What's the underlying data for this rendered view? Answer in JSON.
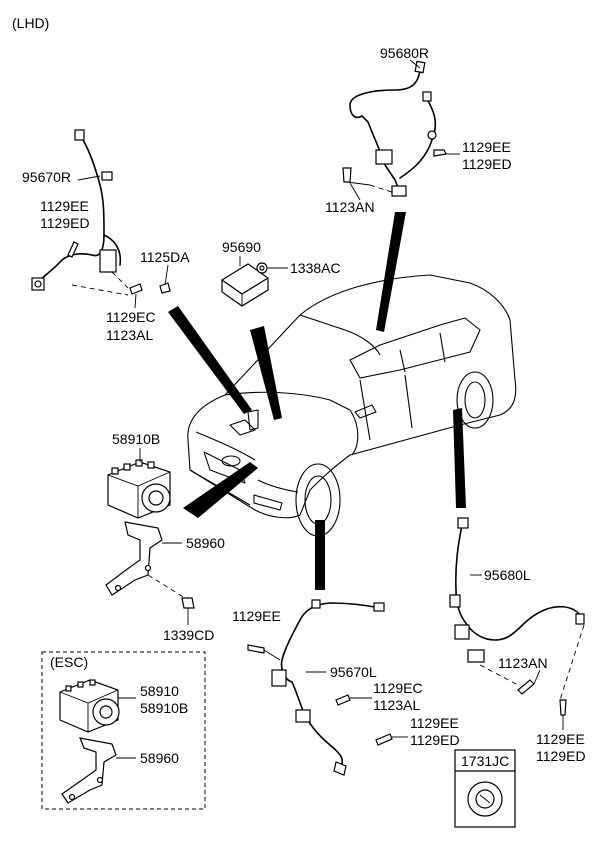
{
  "header": {
    "variant": "(LHD)"
  },
  "esc_group": {
    "title": "(ESC)"
  },
  "callout": {
    "code": "1731JC"
  },
  "labels": {
    "sensor_front_right": "95670R",
    "sensor_rear_right": "95680R",
    "sensor_front_left": "95670L",
    "sensor_rear_left": "95680L",
    "module_95690": "95690",
    "nut_1338ac": "1338AC",
    "bolt_1125da": "1125DA",
    "fr_right_1129ee": "1129EE",
    "fr_right_1129ed": "1129ED",
    "fr_right_1129ec": "1129EC",
    "fr_right_1123al": "1123AL",
    "rr_right_1129ee": "1129EE",
    "rr_right_1129ed": "1129ED",
    "rr_right_1123an": "1123AN",
    "abs_unit": "58910B",
    "abs_bracket": "58960",
    "nut_1339cd": "1339CD",
    "fl_1129ee": "1129EE",
    "fl_1129ec": "1129EC",
    "fl_1123al": "1123AL",
    "fl_1129ee_2": "1129EE",
    "fl_1129ed": "1129ED",
    "rl_1123an": "1123AN",
    "rl_1129ee": "1129EE",
    "rl_1129ed": "1129ED",
    "esc_unit_1": "58910",
    "esc_unit_2": "58910B",
    "esc_bracket": "58960"
  }
}
